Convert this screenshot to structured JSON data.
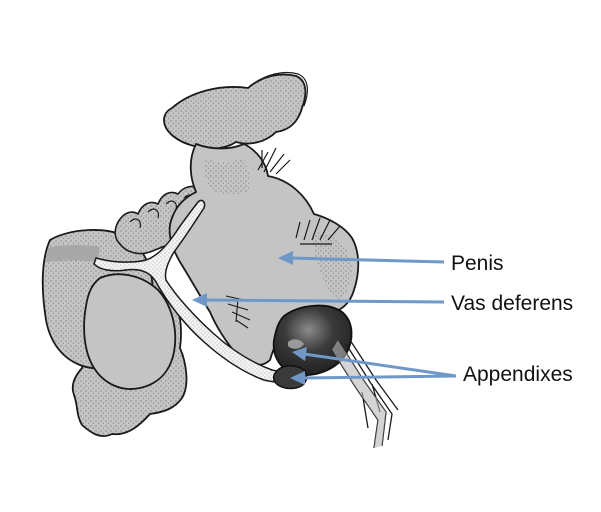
{
  "labels": {
    "penis": "Penis",
    "vas_deferens": "Vas deferens",
    "appendixes": "Appendixes"
  },
  "colors": {
    "background": "#ffffff",
    "body_fill": "#c4c4c4",
    "outline": "#1a1a1a",
    "arrow": "#6f98c8",
    "dark_organ": "#2f2f2f",
    "duct_fill": "#f2f2f2"
  }
}
